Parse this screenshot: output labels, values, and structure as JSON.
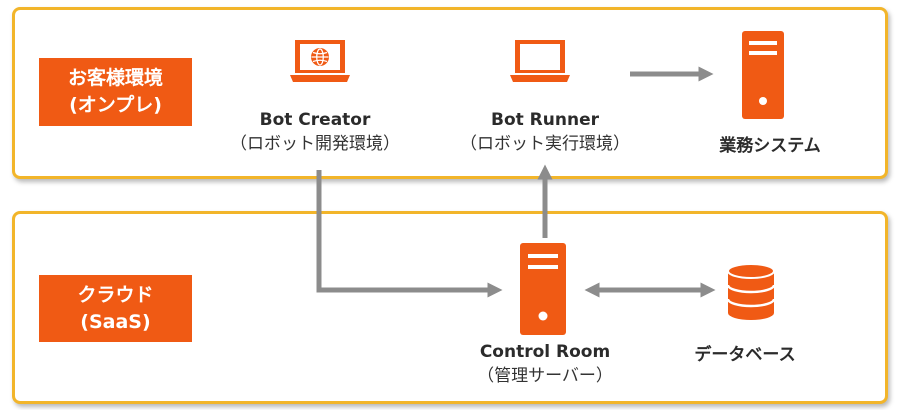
{
  "zones": {
    "onprem": {
      "line1": "お客様環境",
      "line2": "(オンプレ)"
    },
    "cloud": {
      "line1": "クラウド",
      "line2": "(SaaS)"
    }
  },
  "nodes": {
    "bot_creator": {
      "name": "Bot Creator",
      "sub": "（ロボット開発環境）",
      "icon": "laptop-globe-icon"
    },
    "bot_runner": {
      "name": "Bot Runner",
      "sub": "（ロボット実行環境）",
      "icon": "laptop-icon"
    },
    "business_system": {
      "name": "業務システム",
      "icon": "server-icon"
    },
    "control_room": {
      "name": "Control Room",
      "sub": "（管理サーバー）",
      "icon": "server-icon"
    },
    "database": {
      "name": "データベース",
      "icon": "database-icon"
    }
  },
  "edges": [
    {
      "from": "bot_runner",
      "to": "business_system",
      "direction": "forward"
    },
    {
      "from": "bot_creator",
      "to": "control_room",
      "direction": "forward"
    },
    {
      "from": "control_room",
      "to": "bot_runner",
      "direction": "forward"
    },
    {
      "from": "control_room",
      "to": "database",
      "direction": "both"
    }
  ],
  "colors": {
    "accent": "#F05A14",
    "panel_border": "#F2B52A",
    "arrow": "#8C8C8C",
    "text": "#2b2b2b"
  }
}
